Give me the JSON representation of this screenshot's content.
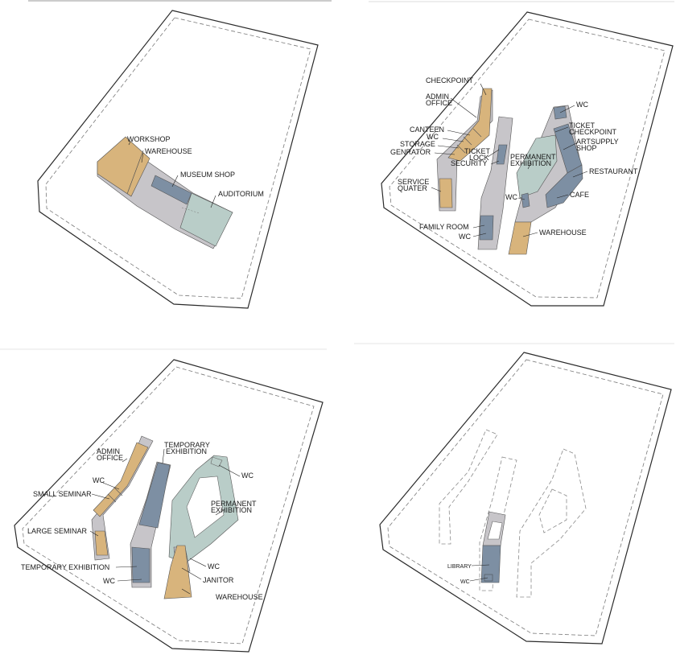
{
  "colors": {
    "orange": "#d8b47c",
    "gray": "#c7c5c9",
    "slate": "#7d8fa3",
    "sage": "#b9cdc8"
  },
  "panel1": {
    "labels": {
      "workshop": "WORKSHOP",
      "warehouse": "WAREHOUSE",
      "museum_shop": "MUSEUM SHOP",
      "auditorium": "AUDITORIUM"
    }
  },
  "panel2": {
    "labels": {
      "checkpoint": "CHECKPOINT",
      "admin": "ADMIN",
      "office": "OFFICE",
      "canteen": "CANTEEN",
      "wc_a": "WC",
      "storage": "STORAGE",
      "genrator": "GENRATOR",
      "ticket": "TICKET",
      "lock": "LOCK",
      "security": "SECURITY",
      "service": "SERVICE",
      "quater": "QUATER",
      "permanent": "PERMANENT",
      "exhibition": "EXHIBITION",
      "wc_top": "WC",
      "ticket2": "TICKET",
      "checkpoint2": "CHECKPOINT",
      "artsupply": "ARTSUPPLY",
      "shop": "SHOP",
      "restaurant": "RESTAURANT",
      "wc_mid": "WC",
      "cafe": "CAFE",
      "family_room": "FAMILY ROOM",
      "wc_bottom": "WC",
      "warehouse": "WAREHOUSE"
    }
  },
  "panel3": {
    "labels": {
      "admin": "ADMIN",
      "office": "OFFICE",
      "temporary": "TEMPORARY",
      "exhibition_top": "EXHIBITION",
      "wc_top": "WC",
      "wc_left": "WC",
      "small_seminar": "SMALL SEMINAR",
      "permanent": "PERMANENT",
      "exhibition": "EXHIBITION",
      "large_seminar": "LARGE SEMINAR",
      "wc_mid": "WC",
      "temporary_exhibition": "TEMPORARY EXHIBITION",
      "janitor": "JANITOR",
      "wc_bottom": "WC",
      "warehouse": "WAREHOUSE"
    }
  },
  "panel4": {
    "labels": {
      "library": "LIBRARY",
      "wc": "WC"
    }
  }
}
